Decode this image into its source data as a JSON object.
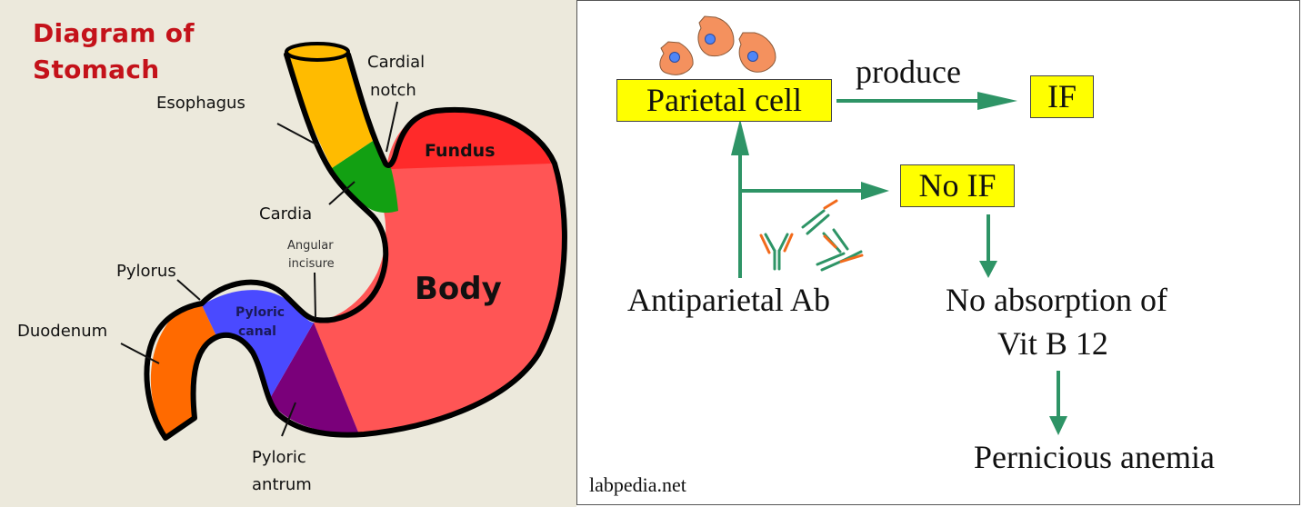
{
  "left_diagram": {
    "title_line1": "Diagram of",
    "title_line2": "Stomach",
    "labels": {
      "esophagus": "Esophagus",
      "cardial_notch_line1": "Cardial",
      "cardial_notch_line2": "notch",
      "fundus": "Fundus",
      "cardia": "Cardia",
      "angular_incisure_line1": "Angular",
      "angular_incisure_line2": "incisure",
      "body": "Body",
      "pylorus": "Pylorus",
      "duodenum": "Duodenum",
      "pyloric_canal_line1": "Pyloric",
      "pyloric_canal_line2": "canal",
      "pyloric_antrum_line1": "Pyloric",
      "pyloric_antrum_line2": "antrum"
    },
    "colors": {
      "background": "#ece9dc",
      "title": "#c4121a",
      "esophagus": "#ffbb00",
      "cardia": "#12a012",
      "fundus": "#ff2a2a",
      "body": "#ff5555",
      "pyloric_canal": "#4a4aff",
      "pyloric_antrum": "#7a007a",
      "duodenum": "#ff6a00"
    }
  },
  "right_diagram": {
    "nodes": {
      "parietal_cell": "Parietal cell",
      "if": "IF",
      "no_if": "No IF",
      "antiparietal_ab": "Antiparietal Ab",
      "no_absorption_line1": "No absorption of",
      "no_absorption_line2": "Vit B 12",
      "pernicious_anemia": "Pernicious anemia"
    },
    "edge_labels": {
      "produce": "produce"
    },
    "watermark": "labpedia.net",
    "colors": {
      "box_fill": "#ffff00",
      "arrow": "#2e9466",
      "cell_fill": "#f4915e",
      "cell_nucleus": "#4f86f7",
      "antibody_green": "#2e9466",
      "antibody_orange": "#f26a1b"
    }
  }
}
